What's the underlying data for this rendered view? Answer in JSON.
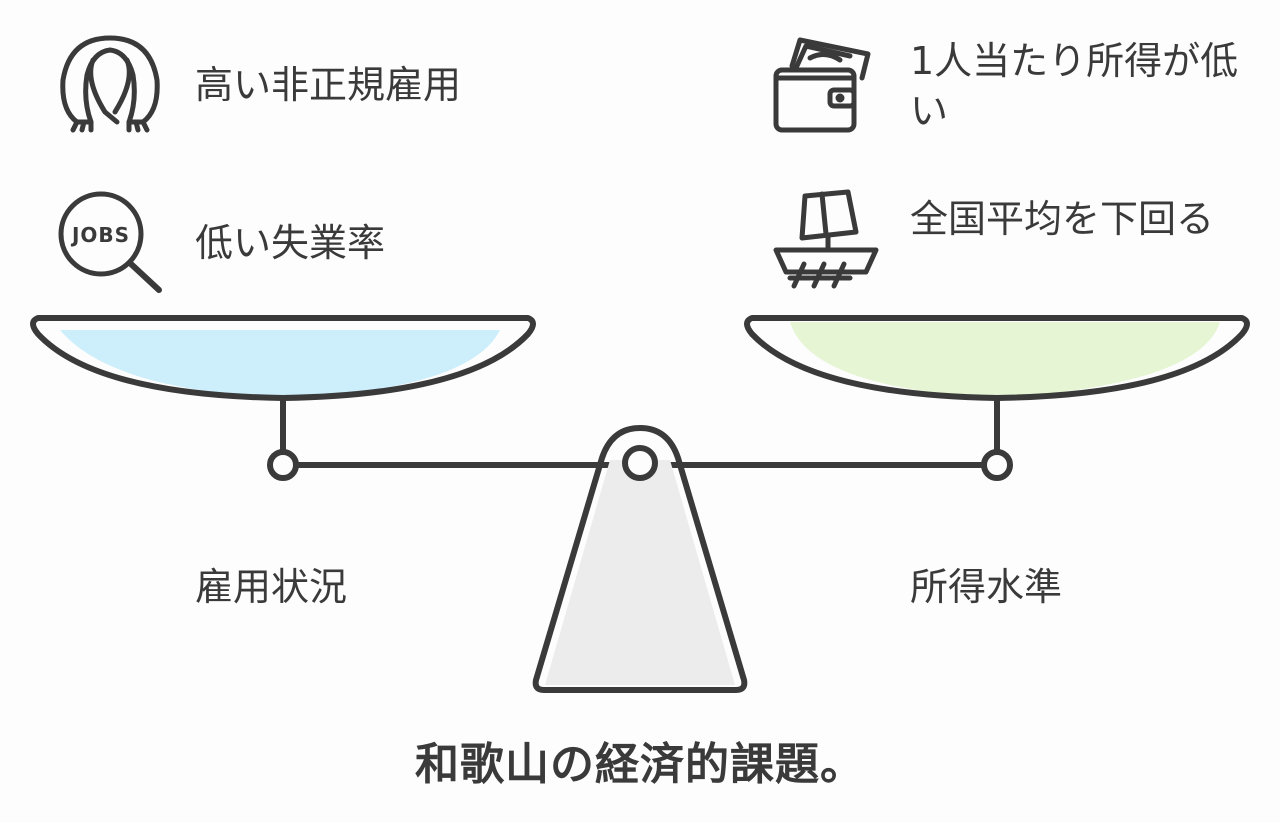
{
  "left": {
    "items": [
      {
        "label": "高い非正規雇用",
        "icon": "scarf-icon"
      },
      {
        "label": "低い失業率",
        "icon": "jobs-magnifier-icon"
      }
    ],
    "category": "雇用状況",
    "pan_color": "#cdeefb"
  },
  "right": {
    "items": [
      {
        "label": "1人当たり所得が低い",
        "icon": "wallet-icon"
      },
      {
        "label": "全国平均を下回る",
        "icon": "sinking-ship-icon"
      }
    ],
    "category": "所得水準",
    "pan_color": "#e6f5d4"
  },
  "fulcrum_color": "#ececec",
  "jobs_text": "JOBS",
  "title": "和歌山の経済的課題。"
}
